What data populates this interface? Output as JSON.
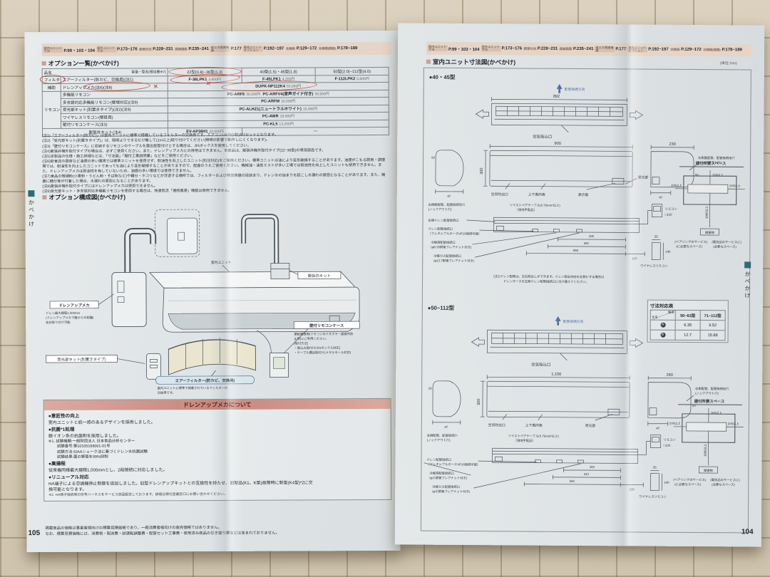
{
  "nav": {
    "tabs": [
      {
        "label": "室内ユニット寸法",
        "page": "P.99・103・104"
      },
      {
        "label": "室外ユニット寸法",
        "page": "P.173~176"
      },
      {
        "label": "配管方法",
        "page": "P.228~231"
      },
      {
        "label": "配線図面",
        "page": "P.235~241"
      },
      {
        "label": "省エネ関連機器",
        "page": "P.177"
      },
      {
        "label": "室内ユニット オプション",
        "page": "P.192~197"
      },
      {
        "label": "仕様表",
        "page": "P.129~172"
      },
      {
        "label": "仕様図(図面)",
        "page": "P.178~189"
      }
    ]
  },
  "left": {
    "section1_title": "オプション一覧(かべかけ)",
    "table": {
      "h_name": "品名",
      "h_capacity": "容量・型名(相当畳※7)",
      "h_c1": "22型(0.8)~36型(1.3)",
      "h_c2": "40型(1.5)・45型(1.8)",
      "h_c3": "50型(2.0)~112型(4.0)",
      "rows": {
        "filter": {
          "group": "フィルター",
          "name": "エアーフィルター(防カビ、交換用)(注1)",
          "m1": "F-36LPK1",
          "p1": "3,800円",
          "m2": "F-45LPK1",
          "p2": "4,200円",
          "m3": "F-112LPK2",
          "p3": "5,800円"
        },
        "hojo": {
          "group": "補助",
          "name": "ドレンアップメカ(注6)(注8)",
          "m": "DUPK-NP112K4",
          "p": "50,000円"
        },
        "rc_group": "リモコン",
        "rc1": {
          "name": "多機能リモコン",
          "m1": "PC-ARF5",
          "p1": "30,000円",
          "m2": "PC-ARFV4(音声ガイド付き)",
          "p2": "36,500円"
        },
        "rc2": {
          "name": "多言語対応多機能リモコン(壁埋対応)(注9)",
          "m": "PC-ARFM",
          "p": "32,000円"
        },
        "rc3": {
          "name": "受光部キット(別置きタイプ)(注2)(注9)",
          "m": "PC-ALHZ1(ニュートラルホワイト)",
          "p": "15,000円"
        },
        "rc4": {
          "name": "ワイヤレスリモコン(壁掛用)",
          "m": "PC-AWR",
          "p": "18,000円"
        },
        "rc5": {
          "name": "壁付リモコンケース(注3)",
          "m": "PC-KL5",
          "p": "13,200円"
        },
        "ev": {
          "name": "膨張弁キット(注4)",
          "m": "EV-AP36H1",
          "p": "32,000円",
          "dash": "—"
        }
      }
    },
    "notes": [
      "(注1)「エアーフィルター(防カビ)」は室内ユニットに標準で搭載しているフィルターの交換用です。エアコン1台分(2枚)が1セットとなります。",
      "(注2)「受光部キット(別置きタイプ)」は、照明よりできるだけ離して(1m以上)取り付けてください(照明の影響で動作しにくくなります)。",
      "(注3)「壁付リモコンケース」に収納するリモコンのケーブルを露出配管付けとする場合は、JISボックスを使用してください。",
      "(注4)膨張弁機外取付タイプの場合は、必ずご使用ください。また、ドレンアップメカとの併用はできません。本部品は、膨張弁機外取付タイプ(22~36型)の専用部品です。",
      "(注5)本製品の仕様・施工詳細などは、「寸法図」「据付工事説明書」などをご使用ください。",
      "(注6)飲食店の厨房など油煙の多い環境では標準ユニットを使用せず、耐油性を向上したユニット(別注対応)をご使用ください。標準ユニットは油により変形破損することがあります。油煙がこもる厨房・調理場では、耐油性を向上したユニットであっても油により変形破損することがありますので、配慮のうえご使用ください。機械油・油性ミストが多い工場では耐油性を向上したユニットも使用できません。また、ドレンアップメカは耐油性を有していないため、油煙の多い環境では使用できません。",
      "(注7)食品の微細粉(小麦粉・うどん粉・そば粉など)や糖分・ホコリなどが浮遊する場所では、フィルターおよび熱交換器の目詰まり、ドレン水の詰まりを起こし水漏れの原因となることがあります。また、機器に糖分等が付着した場合、水漏れの原因となることがあります。",
      "(注8)膨張弁機外取付タイプにはドレンアップメカは使用できません。",
      "(注9)受光部キット・多言語対応多機能リモコンを使用する場合は、快適気流「連続風速」機能は使用できません。"
    ],
    "section2_title": "オプション構成図(かべかけ)",
    "diagram": {
      "unit": "室内ユニット",
      "drainup_title": "ドレンアップメカ",
      "drainup_sub1": "ドレン最大揚程1,000mm",
      "drainup_sub2": "(ドレンアップメカ下面からの距離)",
      "drainup_sub3": "左右取り付け可能",
      "jukobu": "受光部キット(別置きタイプ)",
      "filter_title": "エアーフィルター(防カビ、交換用)",
      "filter_sub1": "室内ユニットに標準で搭載されているフィルターの",
      "filter_sub2": "交換用です。",
      "case_title": "壁付リモコンケース",
      "case_sub1": "運転管理用(リモコンのイタズラ・誤操作防",
      "case_sub2": "止用)にご利用ください。",
      "case_sub3": "[取付方法]",
      "case_sub4": "・埋込み取付け(JISボックス対応)",
      "case_sub5": "・ケーブル露出取付け(メタルモール対応)",
      "expansion": "膨張弁キット"
    },
    "about": {
      "title": "ドレンアップメカについて",
      "s1_h": "●意匠性の向上",
      "s1_b": "室内ユニットと統一感のあるデザインを採用しました。",
      "s2_h": "●抗菌*1処理",
      "s2_b1": "銀イオン系の抗菌剤を採用しました。",
      "s2_b2": "※1. 試験機関:一般財団法人 日本食品分析センター",
      "s2_b3": "試験番号:第10105169001-01号",
      "s2_b4": "試験方法:SIAAシェーク法に基づくドレン水抗菌試験",
      "s2_b5": "試験結果:菌の繁殖を99%抑制",
      "s3_h": "●高揚程",
      "s3_b": "従来機同様最大揚程1,000mmとし、2段接続に対応しました。",
      "s4_h": "●リニューアル対応",
      "s4_b1": "HA端子による空調機停止制御を追加しました。旧型ドレンアップキットとの互換性を持たせ、旧型品(K1、K型)故障時に新型(K4型)*2に交",
      "s4_b2": "換可能となります。",
      "s4_note": "※2. HA端子接続用の信号ハーネスをサービス部品設定しております。詳細は弊社営業窓口にお問い合わせください。"
    },
    "footer1": "掲載商品の価格は事業者様向けの積算見積価格であり、一般消費者様向けの販売価格ではありません。",
    "footer2": "なお、積算見積価格には、消費税・配送費・試運転調整費・配管セット工事費・使用済み商品の引き取り費などは含まれておりません。",
    "page_number": "105",
    "edge_label": "かべかけ"
  },
  "right": {
    "section_title": "室内ユニット寸法図(かべかけ)",
    "unit_note": "(単位:mm)",
    "page_number": "104",
    "edge_label": "かべかけ",
    "dims_table": {
      "title": "寸法対応表",
      "h_model": "型名",
      "h_dim": "寸法",
      "h_c1": "50~63型",
      "h_c2": "71~112型",
      "rowA_key": "A",
      "rowA_c1": "6.35",
      "rowA_c2": "9.52",
      "rowB_key": "B",
      "rowB_c1": "12.7",
      "rowB_c2": "15.88"
    },
    "groupA": {
      "title": "●40・45型",
      "pipe_dir": "配管接続方向",
      "intake": "空気吸込口",
      "dim_top": "892",
      "dim_w": "900",
      "dim_h": "300",
      "dim_side": "230",
      "dim_47l": "47",
      "dim_50l": "50",
      "dim_47r": "47",
      "dim_50r": "50",
      "outlet": "空気吹出口",
      "louver": "上下風向板",
      "display": "表示面",
      "receiver": "受光部",
      "side1": "右側面配管、配管接続用穴",
      "side2": "(ノックアウト穴)",
      "bleft1": "左側面配管、配管接続用穴",
      "bleft2": "(ノックアウト穴)",
      "cable1": "ツイストペアケーブル(0.75mm²以上)",
      "cable2": "〔現地手配品〕",
      "remocon": "リモコン",
      "remocon_dim": "□120",
      "ldrain": "左側ドレン配管接続口",
      "drain1": "ドレン配管接続口",
      "drain2": "〔フレキシブルホースVP16接続可能〕",
      "liq1": "冷媒液配管接続口",
      "liq2": "(φ6.35銅管フレアナット付き)",
      "gas1": "冷媒ガス配管接続口",
      "gas2": "(φ12.7銅管フレアナット付き)",
      "d1": "395",
      "d2": "450",
      "d3": "568",
      "d4": "107",
      "d55": "55",
      "d140": "140",
      "wireless": "ワイヤレスリモコン",
      "note1": "(注1)ドレン配管は、左右取出しができます。ドレン取出方向を左側にする場合は",
      "note2": "ドレンホースを左側ドレン配管接続口に付け替えてください。",
      "sp": {
        "title": "据付所要スペース",
        "top": "150以上",
        "left": "100以上",
        "right": "100以上",
        "bottom": "1000以上",
        "l1": "(ベアリングのサービス)",
        "l2": "(に必要なスペース)",
        "r1": "(電気品のサービスに)",
        "r2": "(必要なスペース)",
        "obst": "障害物"
      }
    },
    "groupB": {
      "title": "●50~112型",
      "pipe_dir": "配管接続方向",
      "intake": "空気吸込口",
      "dim_w": "1,100",
      "dim_h": "300",
      "dim_side": "260",
      "dim_47l": "47",
      "dim_50l": "50",
      "dim_47r": "47",
      "dim_50r": "50",
      "outlet": "空気吹出口",
      "louver": "上下風向板",
      "receiver": "受光部",
      "side1": "右側配管、配管接続用穴",
      "side2": "(ノックアウト穴)",
      "bleft1": "左側配管、配管接続穴",
      "bleft2": "(ノックアウト穴)",
      "cable1": "ツイストペアケーブル(0.75mm²以上)",
      "cable2": "〔現地手配品〕",
      "remocon": "リモコン",
      "remocon_dim": "□120",
      "drain1": "ドレン配管接続口",
      "drain2": "〔フレキシブルホースVP16接続可能〕",
      "liq1": "冷媒液配管接続口",
      "liq2": "(φⒶ銅管フレアナット付き)",
      "gas1": "冷媒ガス配管接続口",
      "gas2": "(φⒷ銅管フレアナット付き)",
      "d1": "350",
      "d2": "410",
      "d3": "560",
      "d4": "120",
      "d55": "55",
      "d140": "140",
      "wireless": "ワイヤレスリモコン",
      "sp": {
        "title": "据付所要スペース",
        "top": "150以上",
        "left": "100以上",
        "right": "200以上",
        "bottom": "1000以上",
        "l1": "(ベアリングのサービス)",
        "l2": "(に必要なスペース)",
        "r1": "(電気品のサービスに)",
        "r2": "(必要なスペース)",
        "obst": "障害物"
      }
    }
  }
}
